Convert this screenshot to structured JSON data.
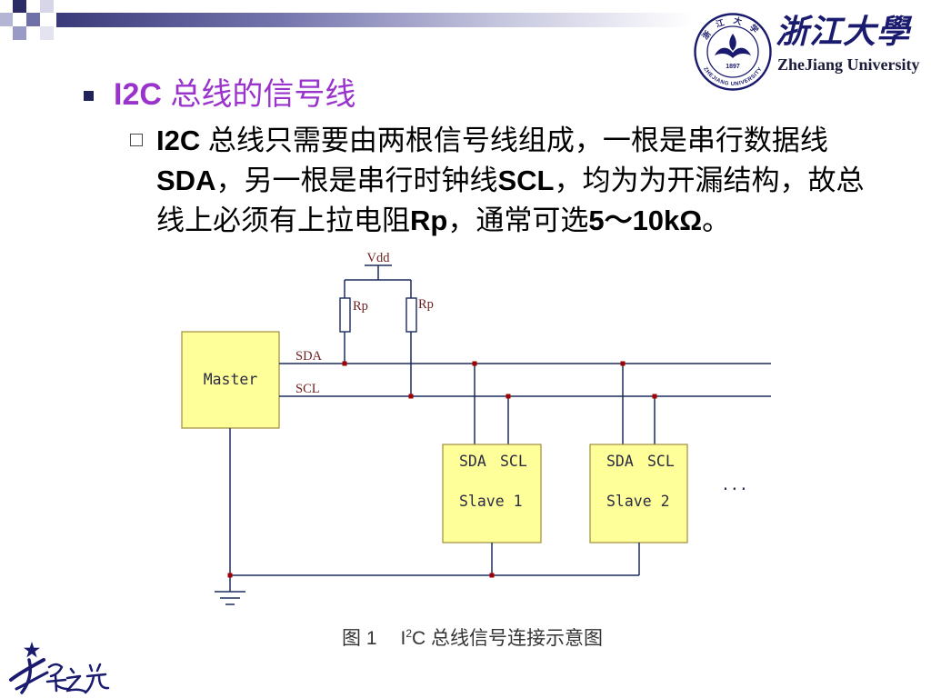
{
  "colors": {
    "title_accent": "#9933CC",
    "bullet": "#22225A",
    "logo_navy": "#1A1A6E",
    "box_fill": "#FFFF99",
    "box_stroke": "#9C8C3C",
    "wire": "#1C2B5E",
    "node": "#A00000",
    "label": "#6E2222",
    "header_bar": "#3A3A7A"
  },
  "header": {
    "logo": {
      "seal_top_text": "浙江大学",
      "seal_bottom_text": "ZHEJIANG UNIVERSITY",
      "seal_year": "1897",
      "calligraphy": "浙江大學",
      "english_name": "ZheJiang University"
    }
  },
  "content": {
    "bullet_1": {
      "latin": "I2C",
      "rest": " 总线的信号线"
    },
    "bullet_2": {
      "lines": [
        [
          "I2C",
          " 总线只需要由两根信号线组成，一根是串行数据线"
        ],
        [
          "SDA",
          "，另一根是串行时钟线",
          "SCL",
          "，均为为开漏结构，故总"
        ],
        [
          "线上必须有上拉电阻",
          "Rp",
          "，通常可选",
          "5～10kΩ",
          "。"
        ]
      ]
    }
  },
  "figure": {
    "vdd": "Vdd",
    "resistor_left": "Rp",
    "resistor_right": "Rp",
    "bus_sda": "SDA",
    "bus_scl": "SCL",
    "master": "Master",
    "slaves": [
      {
        "pin_sda": "SDA",
        "pin_scl": "SCL",
        "name": "Slave 1"
      },
      {
        "pin_sda": "SDA",
        "pin_scl": "SCL",
        "name": "Slave 2"
      }
    ],
    "more": "...",
    "caption": {
      "number": "图 1",
      "prefix": "I",
      "superscript": "2",
      "suffix": "C 总线信号连接示意图"
    }
  }
}
